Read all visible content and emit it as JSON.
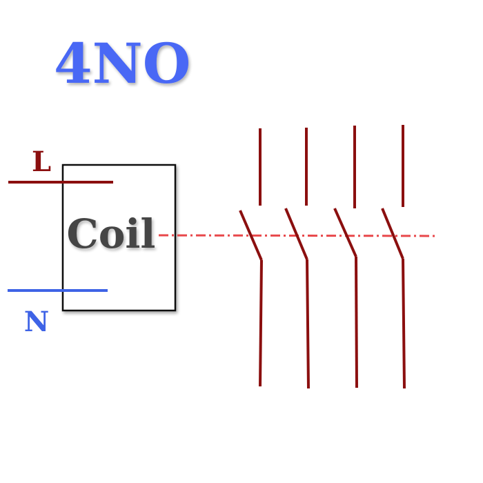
{
  "title": "4NO",
  "coil": {
    "label": "Coil"
  },
  "terminals": {
    "line": "L",
    "neutral": "N"
  },
  "colors": {
    "title": "#4a68f5",
    "line_wire": "#8b0f0f",
    "neutral_wire": "#3e63e6",
    "coil_border": "#111111",
    "coil_text": "#444444",
    "contacts": "#8b0f0f",
    "link": "#e8474a"
  },
  "contacts": {
    "count": 4,
    "type": "normally-open"
  }
}
